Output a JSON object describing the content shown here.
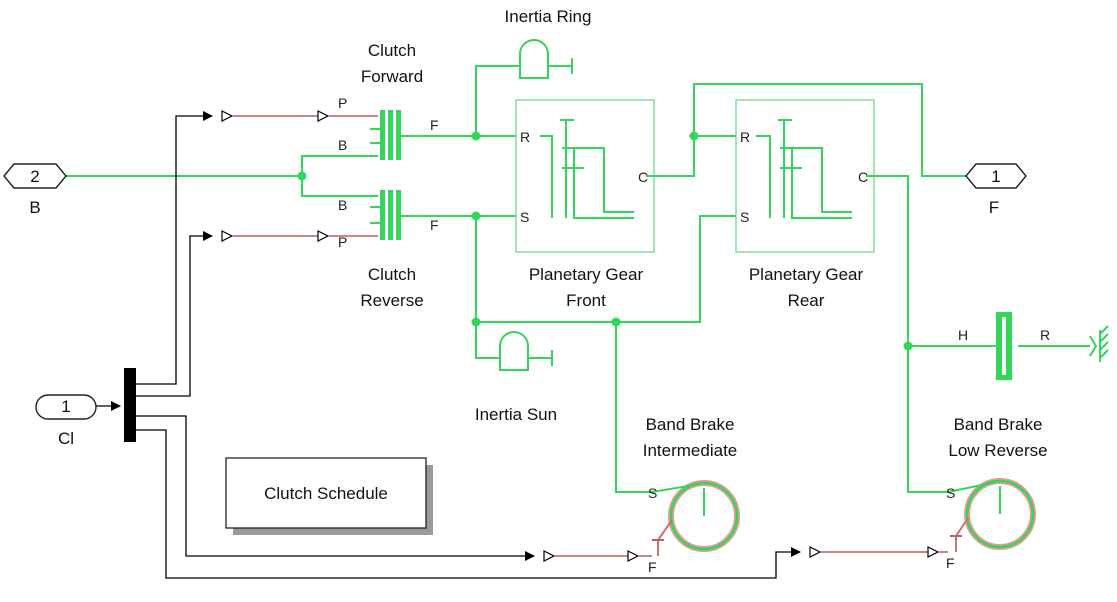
{
  "colors": {
    "mech": "#33d65a",
    "physical": "#c88686",
    "signal": "#000000",
    "port_text": "#222222"
  },
  "ports": {
    "b_in": {
      "number": "2",
      "name": "B"
    },
    "f_out": {
      "number": "1",
      "name": "F"
    },
    "cl_in": {
      "number": "1",
      "name": "Cl"
    }
  },
  "blocks": {
    "inertia_ring": "Inertia Ring",
    "clutch_forward": [
      "Clutch",
      "Forward"
    ],
    "clutch_reverse": [
      "Clutch",
      "Reverse"
    ],
    "planetary_front": [
      "Planetary Gear",
      "Front"
    ],
    "planetary_rear": [
      "Planetary Gear",
      "Rear"
    ],
    "inertia_sun": "Inertia Sun",
    "band_intermediate": [
      "Band Brake",
      "Intermediate"
    ],
    "band_low_reverse": [
      "Band Brake",
      "Low Reverse"
    ],
    "clutch_schedule": "Clutch Schedule"
  },
  "port_labels": {
    "P": "P",
    "B": "B",
    "F": "F",
    "R": "R",
    "S": "S",
    "C": "C",
    "H": "H"
  }
}
